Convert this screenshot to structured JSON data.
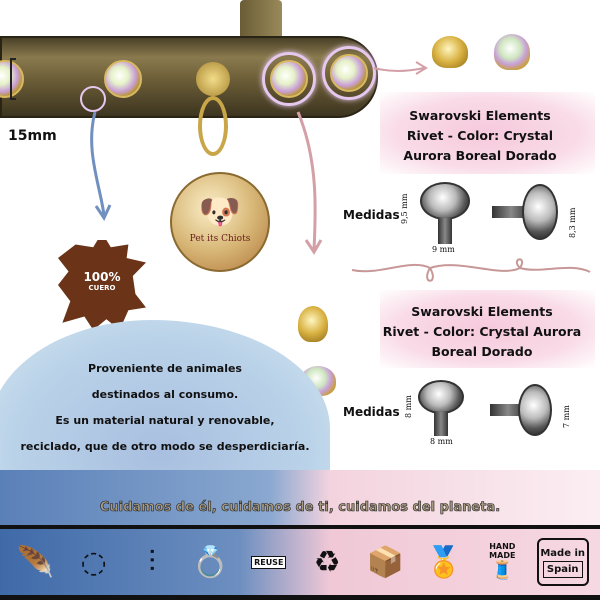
{
  "collar": {
    "width_label": "15mm",
    "tag_engraving": "Pet its Chiots"
  },
  "leather_badge": {
    "line1": "100%",
    "line2": "CUERO"
  },
  "description": [
    "Proveniente de animales",
    "destinados al consumo.",
    "Es un material natural y renovable,",
    "reciclado, que de otro modo se desperdiciaría."
  ],
  "rivet_large": {
    "title": [
      "Swarovski Elements",
      "Rivet - Color: Crystal",
      "Aurora Boreal Dorado"
    ],
    "measures_label": "Medidas",
    "height": "9,5 mm",
    "width": "9 mm",
    "diameter": "8,3 mm"
  },
  "rivet_small": {
    "title": [
      "Swarovski Elements",
      "Rivet - Color: Crystal Aurora",
      "Boreal Dorado"
    ],
    "measures_label": "Medidas",
    "height": "8 mm",
    "width": "8 mm",
    "diameter": "7 mm"
  },
  "tagline": "Cuidamos de él, cuidamos de ti, cuidamos del planeta.",
  "footer_icons": {
    "reuse_label": "REUSE",
    "handmade": [
      "HAND",
      "MADE"
    ],
    "made_in": [
      "Made in",
      "Spain"
    ]
  },
  "colors": {
    "pink_wash": "#f6c9dc",
    "blue_wash": "#a9bfe0",
    "leather": "#6b3318",
    "arrow_pink": "#d4a0a8",
    "arrow_blue": "#7090c0"
  }
}
